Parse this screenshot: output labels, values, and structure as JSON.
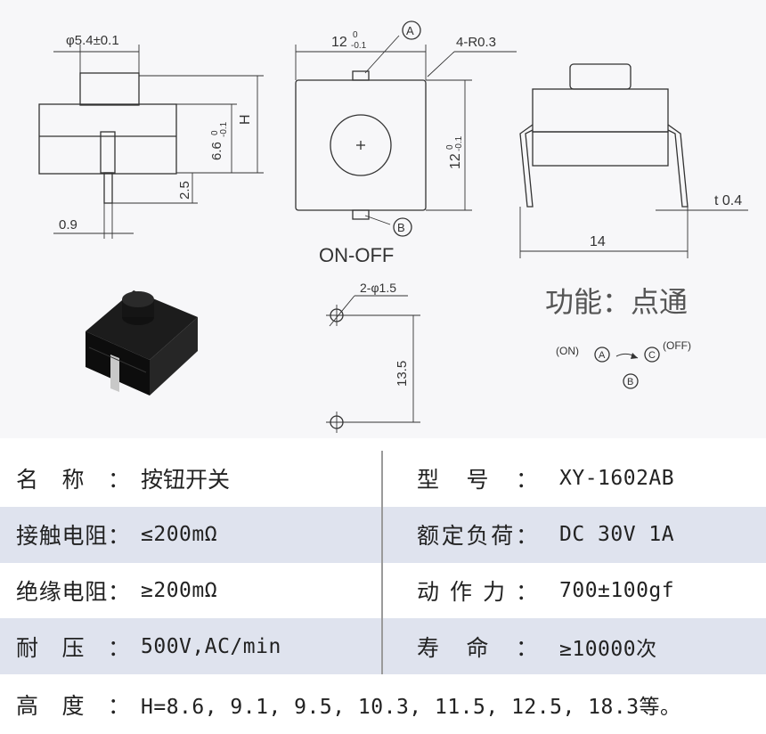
{
  "drawing": {
    "dimensions": {
      "left_view": {
        "button_diameter": "φ5.4±0.1",
        "height_label": "H",
        "body_height": "6.6",
        "body_tol_upper": "0",
        "body_tol_lower": "-0.1",
        "pin_length": "2.5",
        "pin_width": "0.9"
      },
      "front_view": {
        "width": "12",
        "width_tol_upper": "0",
        "width_tol_lower": "-0.1",
        "corner_radius": "4-R0.3",
        "height": "12",
        "height_tol_upper": "0",
        "height_tol_lower": "-0.1",
        "terminal_a": "A",
        "terminal_b": "B",
        "caption": "ON-OFF"
      },
      "right_view": {
        "thickness": "t 0.4",
        "span": "14"
      },
      "pcb_layout": {
        "holes": "2-φ1.5",
        "pitch": "13.5"
      }
    },
    "function_text": "功能：点通",
    "state_diagram": {
      "on_label": "(ON)",
      "off_label": "(OFF)",
      "node_a": "A",
      "node_b": "B",
      "node_c": "C"
    }
  },
  "specs": [
    {
      "label": "名称：",
      "value": "按钮开关",
      "label2": "型号：",
      "value2": "XY-1602AB"
    },
    {
      "label": "接触电阻：",
      "value": "≤200mΩ",
      "label2": "额定负荷：",
      "value2": "DC 30V 1A"
    },
    {
      "label": "绝缘电阻：",
      "value": "≥200mΩ",
      "label2": "动作力：",
      "value2": "700±100gf"
    },
    {
      "label": "耐压：",
      "value": "500V,AC/min",
      "label2": "寿命：",
      "value2": "≥10000次"
    },
    {
      "label": "高度：",
      "value": "H=8.6, 9.1, 9.5, 10.3, 11.5, 12.5, 18.3等。"
    }
  ],
  "colors": {
    "drawing_bg": "#f7f7f9",
    "row_alt_bg": "#dfe3ee",
    "line": "#333333"
  }
}
